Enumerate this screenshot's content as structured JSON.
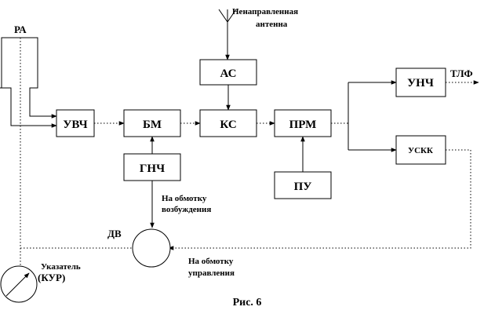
{
  "blocks": {
    "uvch": "УВЧ",
    "bm": "БМ",
    "ks": "КС",
    "prm": "ПРМ",
    "as": "АС",
    "gnch": "ГНЧ",
    "pu": "ПУ",
    "unch": "УНЧ",
    "uskk": "УСКК"
  },
  "labels": {
    "ra": "РА",
    "omni_antenna_line1": "Ненаправленная",
    "omni_antenna_line2": "антенна",
    "tlf": "ТЛФ",
    "excitation_line1": "На обмотку",
    "excitation_line2": "возбуждения",
    "control_line1": "На обмотку",
    "control_line2": "управления",
    "dv": "ДВ",
    "indicator_line1": "Указатель",
    "indicator_line2": "(КУР)"
  },
  "caption": "Рис. 6"
}
